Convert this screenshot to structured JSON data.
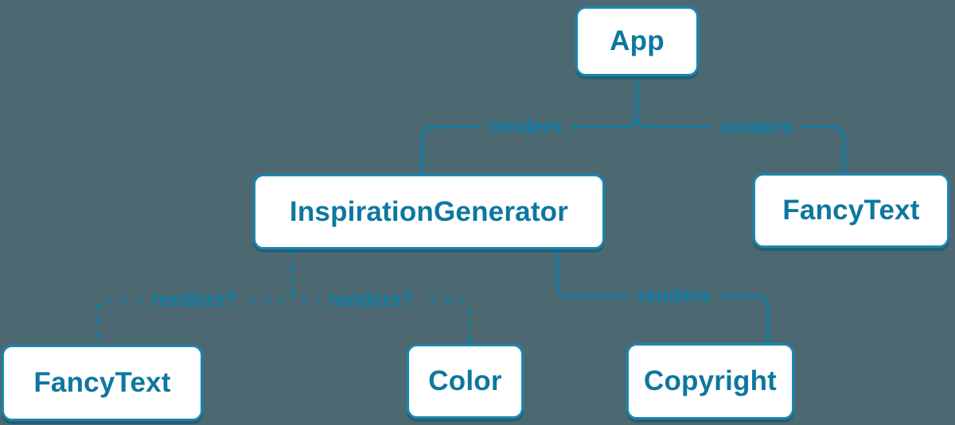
{
  "diagram": {
    "title": "React render tree diagram",
    "colors": {
      "background": "#4C6972",
      "line": "#0F7FA9",
      "node_background": "#FFFFFF",
      "node_border": "#1B86AF",
      "node_text": "#0D77A0"
    },
    "nodes": [
      {
        "id": "app",
        "label": "App"
      },
      {
        "id": "inspiration-generator",
        "label": "InspirationGenerator"
      },
      {
        "id": "fancy-text-top",
        "label": "FancyText"
      },
      {
        "id": "fancy-text-bottom",
        "label": "FancyText"
      },
      {
        "id": "color",
        "label": "Color"
      },
      {
        "id": "copyright",
        "label": "Copyright"
      }
    ],
    "edges": [
      {
        "from": "App",
        "to": "InspirationGenerator",
        "label": "renders",
        "style": "solid"
      },
      {
        "from": "App",
        "to": "FancyText",
        "label": "renders",
        "style": "solid"
      },
      {
        "from": "InspirationGenerator",
        "to": "Copyright",
        "label": "renders",
        "style": "solid"
      },
      {
        "from": "InspirationGenerator",
        "to": "FancyText",
        "label": "renders?",
        "style": "dashed"
      },
      {
        "from": "InspirationGenerator",
        "to": "Color",
        "label": "renders?",
        "style": "dashed"
      }
    ]
  }
}
